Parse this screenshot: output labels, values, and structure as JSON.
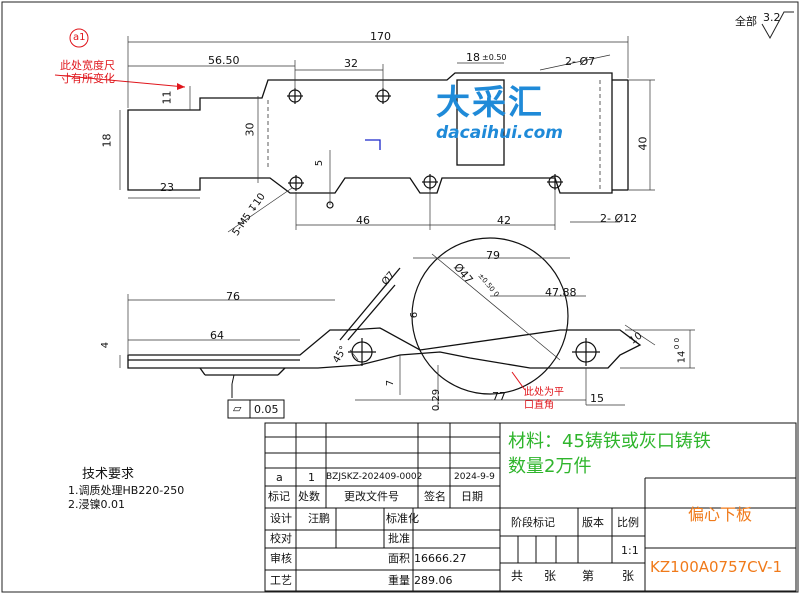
{
  "roughness": {
    "label": "全部",
    "value": "3.2"
  },
  "annotation": {
    "marker": "a1",
    "note_line1": "此处宽度尺",
    "note_line2": "寸有所变化"
  },
  "top_view_dims": {
    "overall_length": "170",
    "d_56_50": "56.50",
    "d_32": "32",
    "d_18_tol": "18",
    "tol_0_50": "±0.50",
    "hole_2_d7": "2- Ø7",
    "d_11": "11",
    "d_18": "18",
    "d_30": "30",
    "d_5": "5",
    "d_23": "23",
    "d_46": "46",
    "d_42": "42",
    "d_40": "40",
    "hole_2_d12": "2- Ø12",
    "thread": "5-M5 ↧10"
  },
  "watermark": {
    "logo": "大采汇",
    "url": "dacaihui.com"
  },
  "front_view_dims": {
    "d_79": "79",
    "d_76": "76",
    "d_64": "64",
    "d_4": "4",
    "d_47_88": "47.88",
    "d_phi47": "Ø47",
    "tol_small": "±0.50 0",
    "d_phi7": "Ø7",
    "d_6": "6",
    "d_45": "45°",
    "d_7": "7",
    "d_0_29": "0.29",
    "d_77": "77",
    "d_15": "15",
    "d_10": "10",
    "d_14": "14",
    "d_0_0": "0 0",
    "note_line1": "此处为平",
    "note_line2": "口直角"
  },
  "flatness": {
    "symbol": "⏥",
    "value": "0.05"
  },
  "tech_requirements": {
    "title": "技术要求",
    "item1": "1.调质处理HB220-250",
    "item2": "2.浸镍0.01"
  },
  "material_note": {
    "line1": "材料：45铸铁或灰口铸铁",
    "line2": "数量2万件"
  },
  "title_block": {
    "rev_mark": "a",
    "rev_count": "1",
    "rev_doc": "BZJSKZ-202409-0002",
    "rev_date": "2024-9-9",
    "h_mark": "标记",
    "h_zone": "处数",
    "h_doc": "更改文件号",
    "h_sign": "签名",
    "h_date": "日期",
    "design": "设计",
    "designer": "汪鹏",
    "standardize": "标准化",
    "check": "校对",
    "approve": "批准",
    "review": "审核",
    "area_label": "面积",
    "area_value": "16666.27",
    "process": "工艺",
    "weight_label": "重量",
    "weight_value": "289.06",
    "stage_mark": "阶段标记",
    "version": "版本",
    "scale": "比例",
    "scale_value": "1:1",
    "sheets": "共",
    "sheets_unit": "张",
    "sheet_no": "第",
    "sheet_unit": "张",
    "part_name": "偏心下板",
    "drawing_no": "KZ100A0757CV-1"
  }
}
